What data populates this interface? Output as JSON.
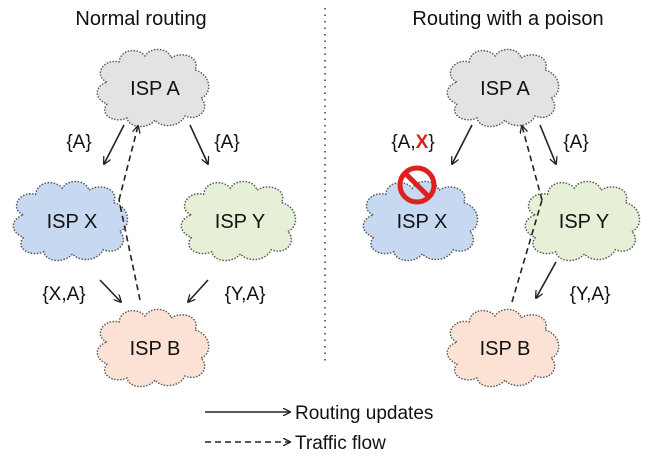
{
  "colors": {
    "isp_a": "#e3e3e3",
    "isp_x": "#c6d9f0",
    "isp_y": "#e6f0d6",
    "isp_b": "#fbe2d4",
    "poison": "#e02020"
  },
  "left_panel": {
    "title": "Normal routing",
    "nodes": {
      "a": "ISP A",
      "x": "ISP X",
      "y": "ISP Y",
      "b": "ISP B"
    },
    "labels": {
      "a_to_x": "{A}",
      "a_to_y": "{A}",
      "x_to_b": "{X,A}",
      "y_to_b": "{Y,A}"
    }
  },
  "right_panel": {
    "title": "Routing with a poison",
    "nodes": {
      "a": "ISP A",
      "x": "ISP X",
      "y": "ISP Y",
      "b": "ISP B"
    },
    "labels": {
      "a_to_x_prefix": "{A,",
      "a_to_x_poison": "X",
      "a_to_x_suffix": "}",
      "a_to_y": "{A}",
      "y_to_b": "{Y,A}"
    },
    "poison_icon": "prohibited-icon"
  },
  "legend": {
    "routing_updates": "Routing updates",
    "traffic_flow": "Traffic flow"
  }
}
